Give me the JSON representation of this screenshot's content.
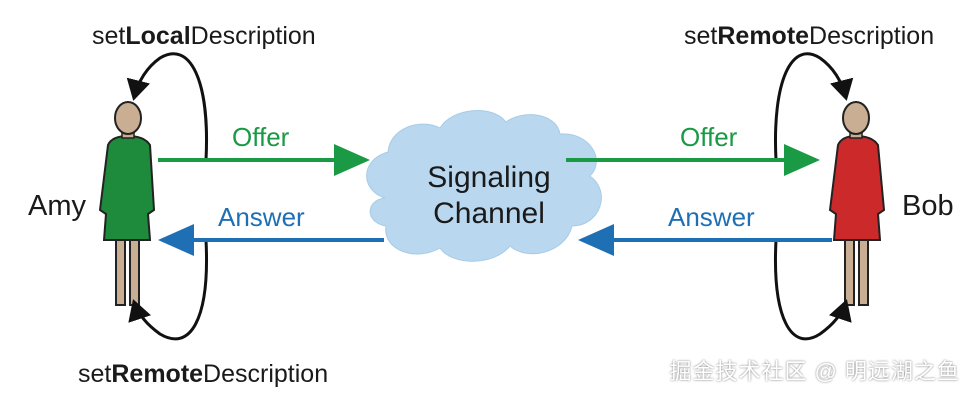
{
  "labels": {
    "amy_top_prefix": "set",
    "amy_top_bold": "Local",
    "amy_top_suffix": "Description",
    "amy_bottom_prefix": "set",
    "amy_bottom_bold": "Remote",
    "amy_bottom_suffix": "Description",
    "bob_top_prefix": "set",
    "bob_top_bold": "Remote",
    "bob_top_suffix": "Description",
    "amy_name": "Amy",
    "bob_name": "Bob",
    "offer_left": "Offer",
    "answer_left": "Answer",
    "offer_right": "Offer",
    "answer_right": "Answer",
    "cloud_line1": "Signaling",
    "cloud_line2": "Channel"
  },
  "watermark": "掘金技术社区 @ 明远湖之鱼",
  "colors": {
    "offer": "#1a9a45",
    "answer": "#1f6fb5",
    "amy_body": "#1e8a3c",
    "bob_body": "#cc2a2a",
    "skin": "#c9ae93",
    "cloud": "#b9d8ef",
    "loop_arrow": "#111111"
  }
}
